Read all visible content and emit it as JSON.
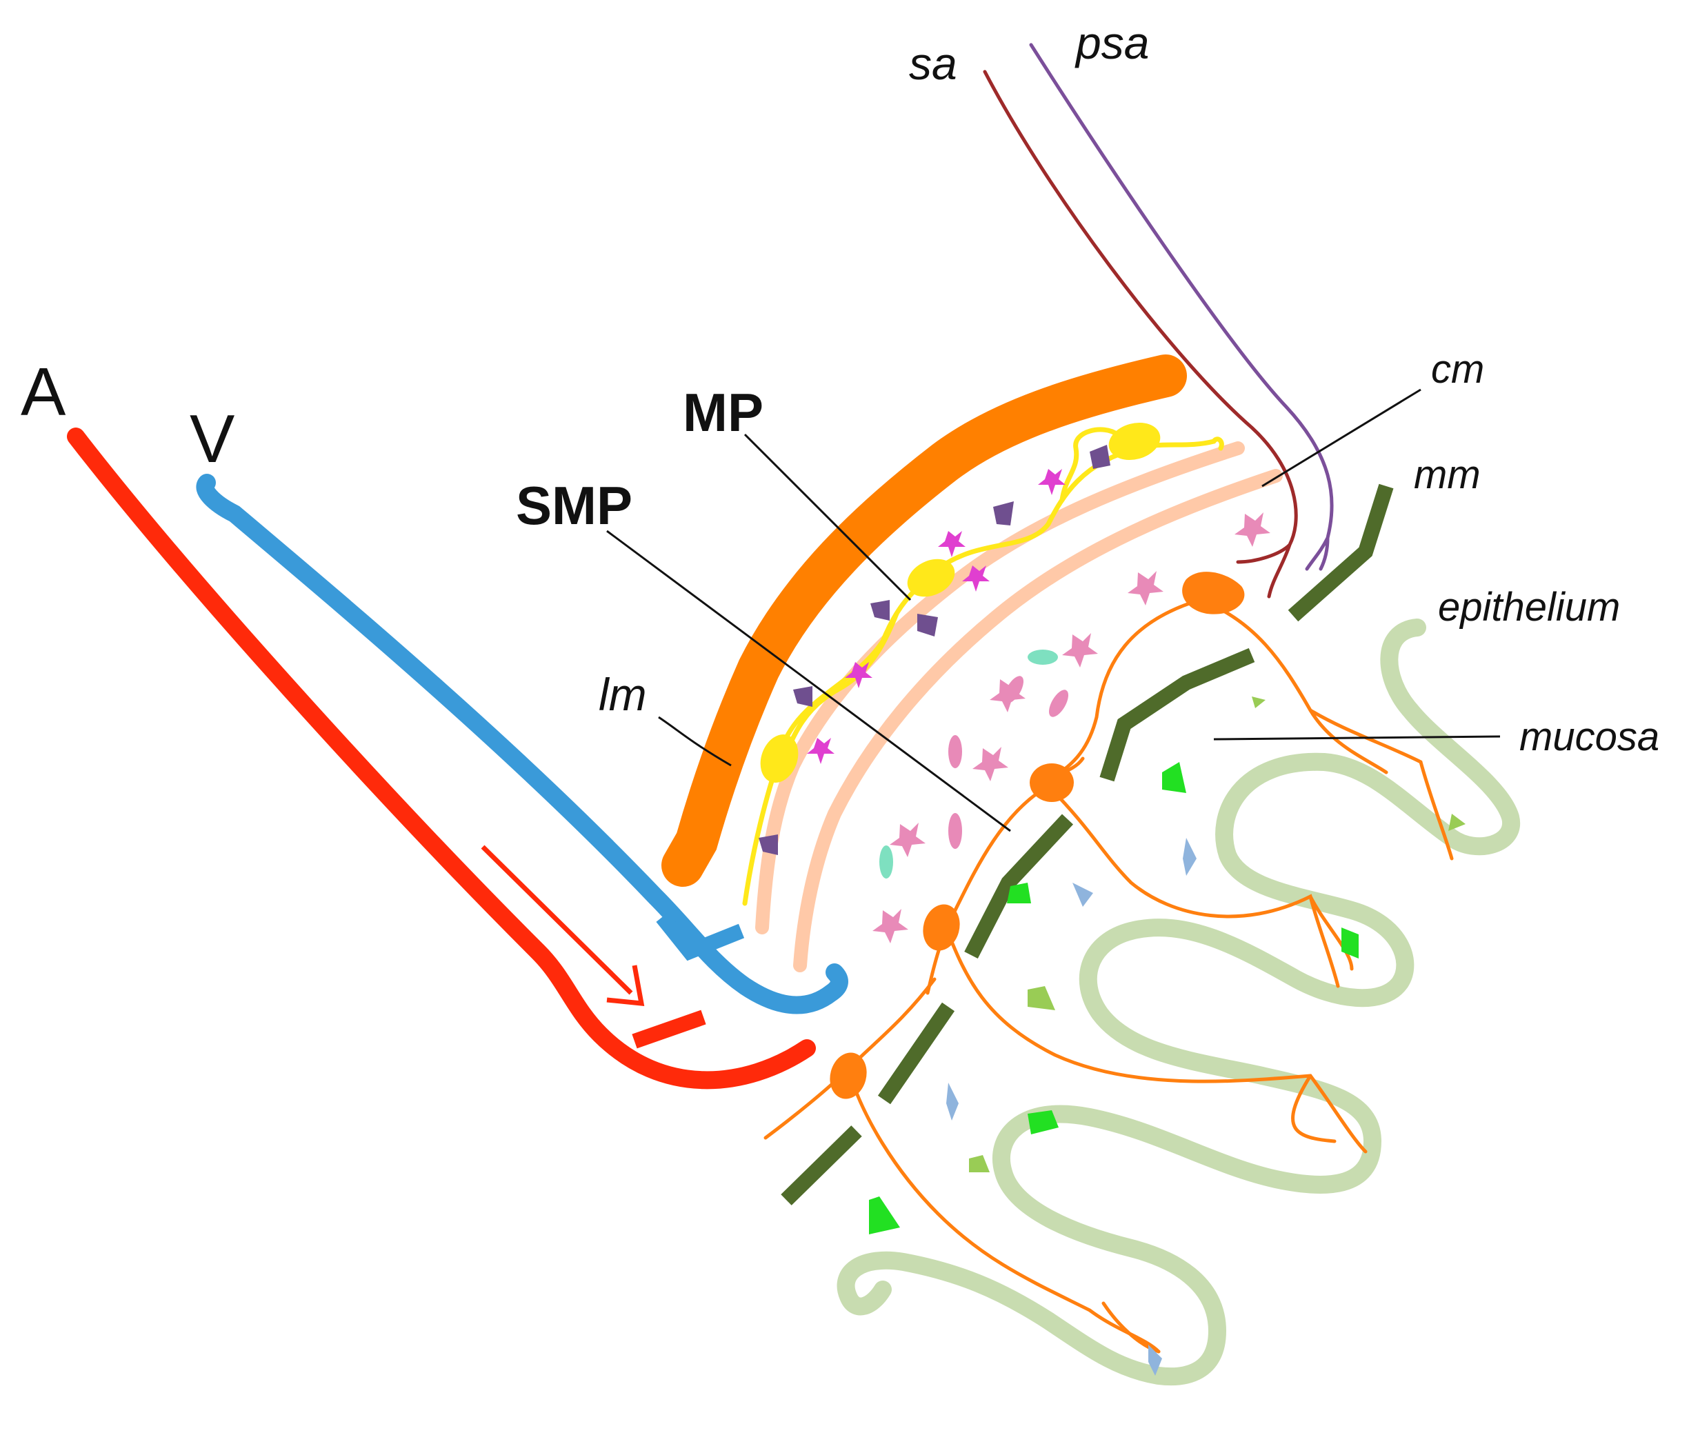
{
  "labels": {
    "A": "A",
    "V": "V",
    "sa": "sa",
    "psa": "psa",
    "cm": "cm",
    "mm": "mm",
    "epithelium": "epithelium",
    "mucosa": "mucosa",
    "lm": "lm",
    "MP": "MP",
    "SMP": "SMP"
  },
  "colors": {
    "artery": "#ff2a0a",
    "vein": "#3a9ad9",
    "longitudinal_muscle": "#ff8000",
    "circular_muscle": "#ffc9a8",
    "myenteric_plexus": "#ffe81a",
    "submucosal_plexus": "#ff7f0f",
    "muscularis_mucosae": "#4f6b2a",
    "epithelium": "#c8dcb0",
    "sa_nerve": "#9e2a2a",
    "psa_nerve": "#7b4f9a",
    "cells_purple": "#6f4f8f",
    "cells_magenta": "#e03fd0",
    "cells_pink": "#e88ab8",
    "cells_teal": "#7ee0c0",
    "cells_green": "#22e022",
    "cells_lightgreen": "#99cc55",
    "cells_lightblue": "#8fb4dd"
  }
}
